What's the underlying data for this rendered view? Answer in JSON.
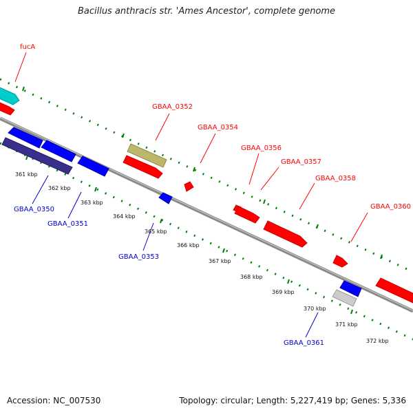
{
  "title": "Bacillus anthracis str. 'Ames Ancestor', complete genome",
  "footer": {
    "accession": "Accession: NC_007530",
    "stats": "Topology: circular; Length: 5,227,419 bp; Genes: 5,336"
  },
  "colors": {
    "forward_gene": "#ff0000",
    "reverse_gene": "#0000ff",
    "rna_gene": "#00cccc",
    "pseudo_gene": "#bdb76b",
    "reverse_dark_gene": "#3a2f8a",
    "other_gene": "#cccccc",
    "backbone": "#888888",
    "tick": "#008000"
  },
  "tick_labels": [
    "361 kbp",
    "362 kbp",
    "363 kbp",
    "364 kbp",
    "365 kbp",
    "366 kbp",
    "367 kbp",
    "368 kbp",
    "369 kbp",
    "370 kbp",
    "371 kbp",
    "372 kbp"
  ],
  "labels_forward": [
    "fucA",
    "GBAA_0352",
    "GBAA_0354",
    "GBAA_0356",
    "GBAA_0357",
    "GBAA_0358",
    "GBAA_0360"
  ],
  "labels_reverse": [
    "GBAA_0350",
    "GBAA_0351",
    "GBAA_0353",
    "GBAA_0361"
  ]
}
